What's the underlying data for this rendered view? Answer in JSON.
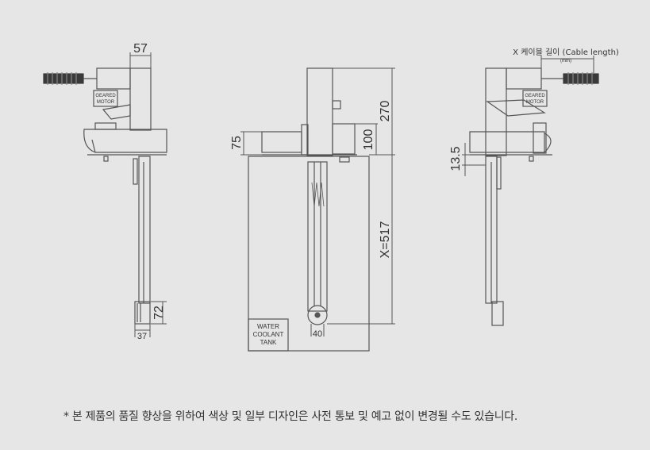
{
  "left_view": {
    "dim_top": "57",
    "dim_height": "72",
    "dim_width": "37",
    "motor_label_1": "GEARED",
    "motor_label_2": "MOTOR"
  },
  "center_view": {
    "dim_75": "75",
    "dim_100": "100",
    "dim_270": "270",
    "dim_x": "X=517",
    "dim_40": "40",
    "tank_label_1": "WATER",
    "tank_label_2": "COOLANT",
    "tank_label_3": "TANK"
  },
  "right_view": {
    "cable_label": "X 케이블 길이 (Cable length)",
    "unit_label": "(mm)",
    "dim_13_5": "13.5",
    "motor_label_1": "GEARED",
    "motor_label_2": "MOTOR"
  },
  "footnote": "* 본 제품의 품질 향상을 위하여 색상 및 일부 디자인은 사전 통보 및 예고 없이 변경될 수도 있습니다."
}
